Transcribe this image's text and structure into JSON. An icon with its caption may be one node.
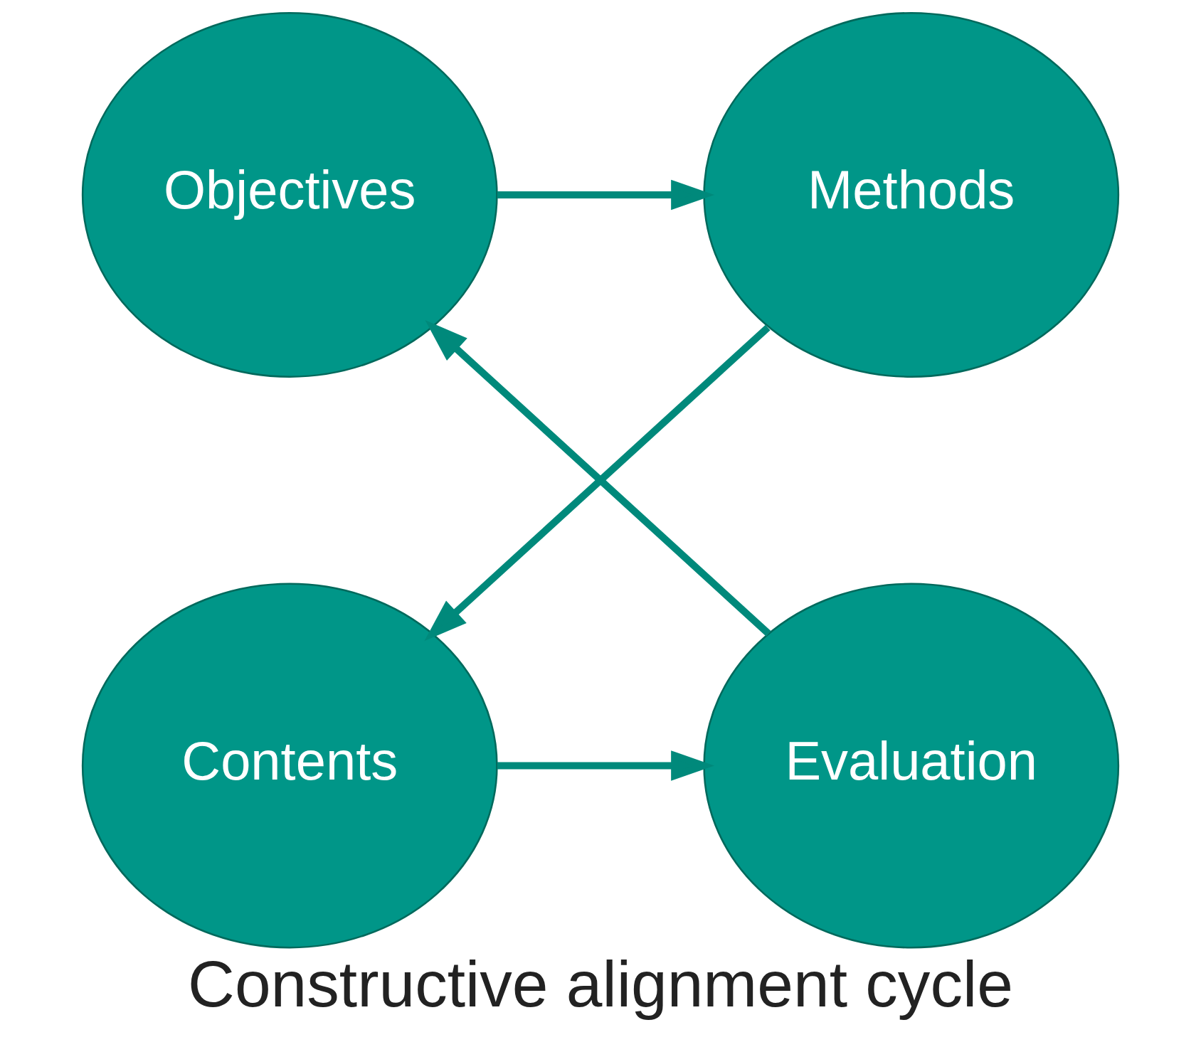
{
  "diagram": {
    "title": "Constructive alignment cycle",
    "nodes": [
      {
        "text": [
          "Objectives"
        ]
      },
      {
        "text": [
          "Methods"
        ]
      },
      {
        "text": [
          "Contents"
        ]
      },
      {
        "text": [
          "Evaluation"
        ]
      }
    ],
    "edges": [
      {
        "from": 0,
        "to": 1,
        "arrow": "to"
      },
      {
        "from": 1,
        "to": 2,
        "arrow": "to"
      },
      {
        "from": 2,
        "to": 3,
        "arrow": "to"
      },
      {
        "from": 3,
        "to": 0,
        "arrow": "to"
      }
    ]
  }
}
